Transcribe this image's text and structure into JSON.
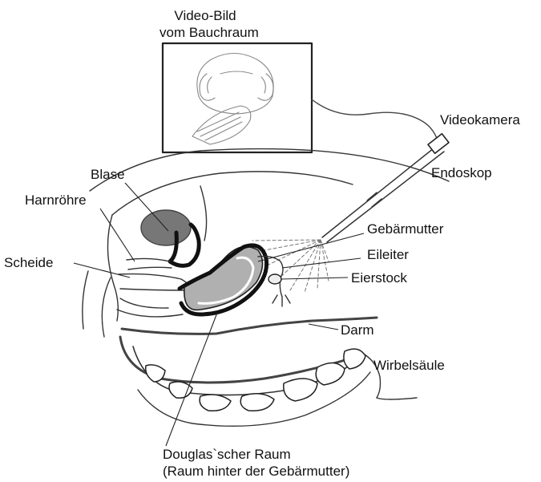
{
  "labels": {
    "video_image_line1": "Video-Bild",
    "video_image_line2": "vom Bauchraum",
    "video_camera": "Videokamera",
    "endoscope": "Endoskop",
    "bladder": "Blase",
    "urethra": "Harnröhre",
    "uterus": "Gebärmutter",
    "vagina": "Scheide",
    "fallopian_tube": "Eileiter",
    "ovary": "Eierstock",
    "intestine": "Darm",
    "spine": "Wirbelsäule",
    "douglas_line1": "Douglas`scher Raum",
    "douglas_line2": "(Raum hinter der Gebärmutter)"
  }
}
